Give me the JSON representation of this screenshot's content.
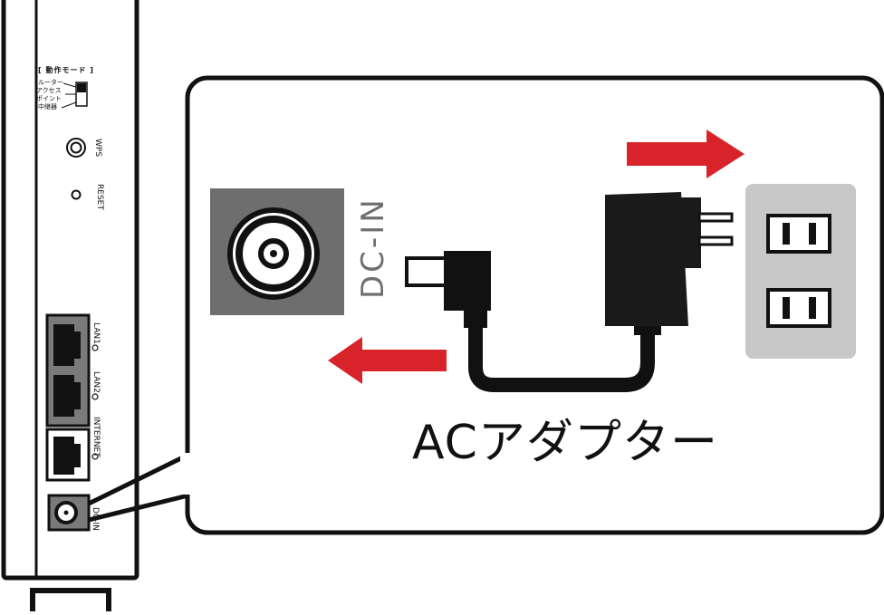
{
  "device": {
    "mode_switch": {
      "title": "[ 動作モード ]",
      "options": [
        "ルーター",
        "アクセス",
        "ポイント",
        "中継器"
      ]
    },
    "wps_label": "WPS",
    "reset_label": "RESET",
    "ports": [
      {
        "label": "LAN1"
      },
      {
        "label": "LAN2"
      },
      {
        "label": "INTERNET"
      }
    ],
    "dc_in_small_label": "DC-IN"
  },
  "zoom_callout": {
    "dc_in_label": "DC-IN",
    "adapter_label": "ACアダプター",
    "colors": {
      "arrow": "#d9232a",
      "jack_panel": "#6e6e6e",
      "outlet_panel": "#c8c8c8",
      "adapter": "#1a1a1a"
    }
  }
}
